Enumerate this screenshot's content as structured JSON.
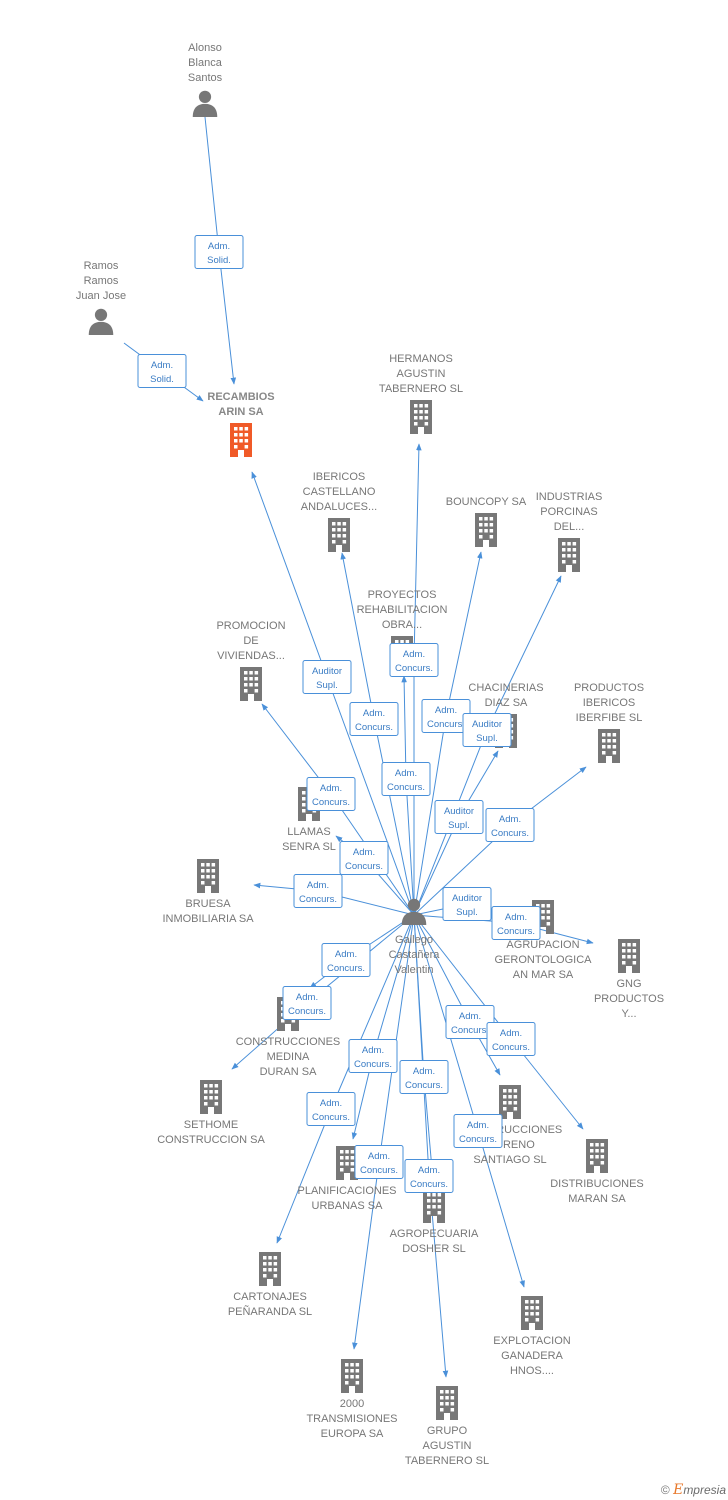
{
  "colors": {
    "edge": "#4a90d9",
    "node": "#777777",
    "highlight": "#f05a28",
    "label": "#777777"
  },
  "nodes": [
    {
      "id": "alonso",
      "kind": "person",
      "label": [
        "Alonso",
        "Blanca",
        "Santos"
      ]
    },
    {
      "id": "ramos",
      "kind": "person",
      "label": [
        "Ramos",
        "Ramos",
        "Juan Jose"
      ]
    },
    {
      "id": "recambios",
      "kind": "company",
      "highlight": true,
      "label": [
        "RECAMBIOS",
        "ARIN SA"
      ]
    },
    {
      "id": "hermanos",
      "kind": "company",
      "label": [
        "HERMANOS",
        "AGUSTIN",
        "TABERNERO SL"
      ]
    },
    {
      "id": "ibericos",
      "kind": "company",
      "label": [
        "IBERICOS",
        "CASTELLANO",
        "ANDALUCES..."
      ]
    },
    {
      "id": "bouncopy",
      "kind": "company",
      "label": [
        "BOUNCOPY SA"
      ]
    },
    {
      "id": "industrias",
      "kind": "company",
      "label": [
        "INDUSTRIAS",
        "PORCINAS",
        "DEL..."
      ]
    },
    {
      "id": "proyectos",
      "kind": "company",
      "label": [
        "PROYECTOS",
        "REHABILITACION",
        "OBRA..."
      ]
    },
    {
      "id": "promocion",
      "kind": "company",
      "label": [
        "PROMOCION",
        "DE",
        "VIVIENDAS..."
      ]
    },
    {
      "id": "chacinerias",
      "kind": "company",
      "label": [
        "CHACINERIAS",
        "DIAZ SA"
      ]
    },
    {
      "id": "productos",
      "kind": "company",
      "label": [
        "PRODUCTOS",
        "IBERICOS",
        "IBERFIBE SL"
      ]
    },
    {
      "id": "llamas",
      "kind": "company",
      "label": [
        "LLAMAS",
        "SENRA SL"
      ]
    },
    {
      "id": "bruesa",
      "kind": "company",
      "label": [
        "BRUESA",
        "INMOBILIARIA SA"
      ]
    },
    {
      "id": "gallego",
      "kind": "person",
      "label": [
        "Gallego",
        "Castañera",
        "Valentin"
      ]
    },
    {
      "id": "agrupacion",
      "kind": "company",
      "label": [
        "AGRUPACION",
        "GERONTOLOGICA",
        "AN MAR SA"
      ]
    },
    {
      "id": "gng",
      "kind": "company",
      "label": [
        "GNG",
        "PRODUCTOS",
        "Y..."
      ]
    },
    {
      "id": "medina",
      "kind": "company",
      "label": [
        "CONSTRUCCIONES",
        "MEDINA",
        "DURAN SA"
      ]
    },
    {
      "id": "sethome",
      "kind": "company",
      "label": [
        "SETHOME",
        "CONSTRUCCION SA"
      ]
    },
    {
      "id": "moreno",
      "kind": "company",
      "label": [
        "CONSTRUCCIONES",
        "MORENO",
        "SANTIAGO SL"
      ]
    },
    {
      "id": "maran",
      "kind": "company",
      "label": [
        "DISTRIBUCIONES",
        "MARAN SA"
      ]
    },
    {
      "id": "planificaciones",
      "kind": "company",
      "label": [
        "PLANIFICACIONES",
        "URBANAS SA"
      ]
    },
    {
      "id": "dosher",
      "kind": "company",
      "label": [
        "AGROPECUARIA",
        "DOSHER SL"
      ]
    },
    {
      "id": "cartonajes",
      "kind": "company",
      "label": [
        "CARTONAJES",
        "PEÑARANDA SL"
      ]
    },
    {
      "id": "explotacion",
      "kind": "company",
      "label": [
        "EXPLOTACION",
        "GANADERA",
        "HNOS...."
      ]
    },
    {
      "id": "transmisiones",
      "kind": "company",
      "label": [
        "2000",
        "TRANSMISIONES",
        "EUROPA SA"
      ]
    },
    {
      "id": "grupo",
      "kind": "company",
      "label": [
        "GRUPO",
        "AGUSTIN",
        "TABERNERO SL"
      ]
    }
  ],
  "edges": [
    {
      "from": "alonso",
      "to": "recambios",
      "label": [
        "Adm.",
        "Solid."
      ]
    },
    {
      "from": "ramos",
      "to": "recambios",
      "label": [
        "Adm.",
        "Solid."
      ]
    },
    {
      "from": "gallego",
      "to": "recambios",
      "label": [
        "Auditor",
        "Supl."
      ]
    },
    {
      "from": "gallego",
      "to": "hermanos",
      "label": [
        "Adm.",
        "Concurs."
      ]
    },
    {
      "from": "gallego",
      "to": "ibericos",
      "label": [
        "Adm.",
        "Concurs."
      ]
    },
    {
      "from": "gallego",
      "to": "bouncopy",
      "label": [
        "Adm.",
        "Concurs."
      ]
    },
    {
      "from": "gallego",
      "to": "industrias",
      "label": [
        "Auditor",
        "Supl."
      ]
    },
    {
      "from": "gallego",
      "to": "proyectos",
      "label": [
        "Adm.",
        "Concurs."
      ]
    },
    {
      "from": "gallego",
      "to": "promocion",
      "label": [
        "Adm.",
        "Concurs."
      ]
    },
    {
      "from": "gallego",
      "to": "chacinerias",
      "label": [
        "Auditor",
        "Supl."
      ]
    },
    {
      "from": "gallego",
      "to": "productos",
      "label": [
        "Adm.",
        "Concurs."
      ]
    },
    {
      "from": "gallego",
      "to": "llamas",
      "label": [
        "Adm.",
        "Concurs."
      ]
    },
    {
      "from": "gallego",
      "to": "bruesa",
      "label": [
        "Adm.",
        "Concurs."
      ]
    },
    {
      "from": "gallego",
      "to": "agrupacion",
      "label": [
        "Auditor",
        "Supl."
      ]
    },
    {
      "from": "gallego",
      "to": "gng",
      "label": [
        "Adm.",
        "Concurs."
      ]
    },
    {
      "from": "gallego",
      "to": "medina",
      "label": [
        "Adm.",
        "Concurs."
      ]
    },
    {
      "from": "gallego",
      "to": "sethome",
      "label": [
        "Adm.",
        "Concurs."
      ]
    },
    {
      "from": "gallego",
      "to": "moreno",
      "label": [
        "Adm.",
        "Concurs."
      ]
    },
    {
      "from": "gallego",
      "to": "maran",
      "label": [
        "Adm.",
        "Concurs."
      ]
    },
    {
      "from": "gallego",
      "to": "planificaciones",
      "label": [
        "Adm.",
        "Concurs."
      ]
    },
    {
      "from": "gallego",
      "to": "dosher",
      "label": [
        "Adm.",
        "Concurs."
      ]
    },
    {
      "from": "gallego",
      "to": "cartonajes",
      "label": [
        "Adm.",
        "Concurs."
      ]
    },
    {
      "from": "gallego",
      "to": "explotacion",
      "label": [
        "Adm.",
        "Concurs."
      ]
    },
    {
      "from": "gallego",
      "to": "transmisiones",
      "label": [
        "Adm.",
        "Concurs."
      ]
    },
    {
      "from": "gallego",
      "to": "grupo",
      "label": [
        "Adm.",
        "Concurs."
      ]
    }
  ],
  "brand": {
    "copyright": "©",
    "initial": "E",
    "rest": "mpresia"
  }
}
